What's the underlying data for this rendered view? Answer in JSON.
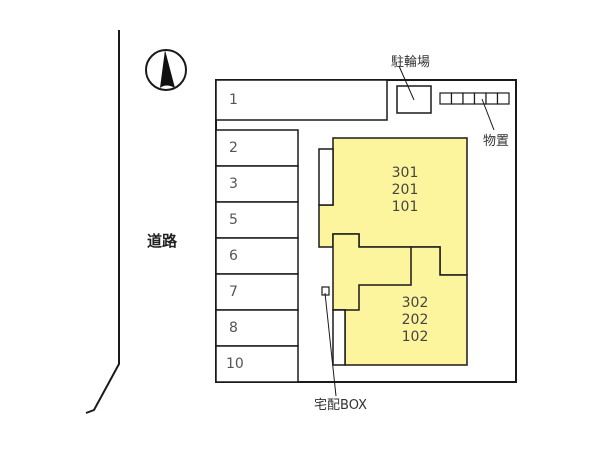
{
  "compass": {
    "icon": "north-arrow-icon",
    "direction": "N"
  },
  "road": {
    "label": "道路"
  },
  "parking": {
    "slots": [
      {
        "number": "1"
      },
      {
        "number": "2"
      },
      {
        "number": "3"
      },
      {
        "number": "5"
      },
      {
        "number": "6"
      },
      {
        "number": "7"
      },
      {
        "number": "8"
      },
      {
        "number": "10"
      }
    ]
  },
  "facilities": {
    "bicycle_parking": "駐輪場",
    "storage": "物置",
    "delivery_box": "宅配BOX"
  },
  "buildings": [
    {
      "units": [
        "301",
        "201",
        "101"
      ]
    },
    {
      "units": [
        "302",
        "202",
        "102"
      ]
    }
  ],
  "colors": {
    "building_fill": "#fdf59e",
    "line": "#1a1a1a",
    "background": "#ffffff"
  }
}
